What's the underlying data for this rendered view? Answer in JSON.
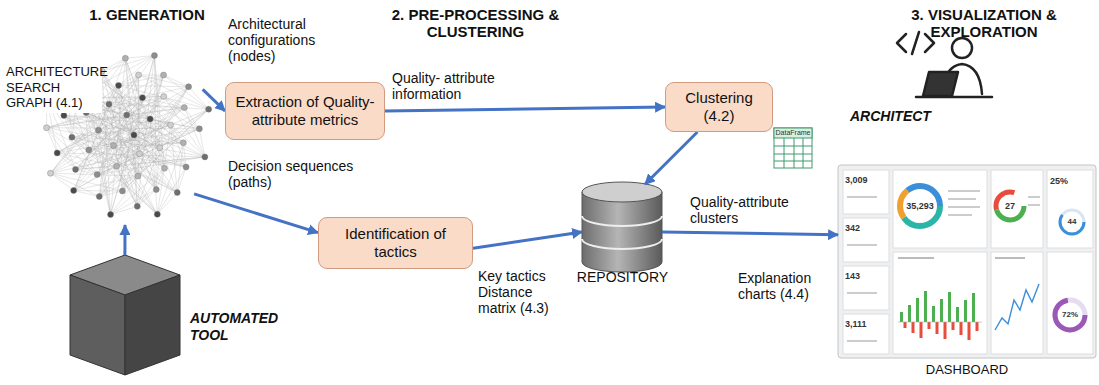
{
  "diagram": {
    "nodes": [
      {
        "text": [
          "ARCHITECTURE SEARCH GRAPH (4.1)"
        ]
      },
      {
        "text": [
          "AUTOMATED TOOL"
        ]
      },
      {
        "text": [
          "Extraction of Quality-attribute metrics"
        ]
      },
      {
        "text": [
          "Clustering (4.2)"
        ]
      },
      {
        "text": [
          "Identification of tactics"
        ]
      },
      {
        "text": [
          "REPOSITORY"
        ]
      },
      {
        "text": [
          "DASHBOARD"
        ]
      }
    ],
    "edges": [
      {
        "from": 1,
        "to": 0,
        "arrow": "to"
      },
      {
        "from": 0,
        "to": 2,
        "label": "Architectural configurations (nodes)",
        "arrow": "to"
      },
      {
        "from": 2,
        "to": 3,
        "label": "Quality- attribute information",
        "arrow": "to"
      },
      {
        "from": 0,
        "to": 4,
        "label": "Decision sequences (paths)",
        "arrow": "to"
      },
      {
        "from": 3,
        "to": 5,
        "label": "Quality-attribute clusters",
        "arrow": "to"
      },
      {
        "from": 4,
        "to": 5,
        "label": "Key tactics Distance matrix (4.3)",
        "arrow": "to"
      },
      {
        "from": 5,
        "to": 6,
        "label": "Explanation charts (4.4)",
        "arrow": "to"
      }
    ],
    "labels": [
      "1. GENERATION",
      "2. PRE-PROCESSING & CLUSTERING",
      "3. VISUALIZATION & EXPLORATION",
      "ARCHITECT",
      "DataFrame",
      "3,009",
      "342",
      "143",
      "3,111",
      "35,293",
      "27",
      "25%",
      "44",
      "72%"
    ]
  }
}
